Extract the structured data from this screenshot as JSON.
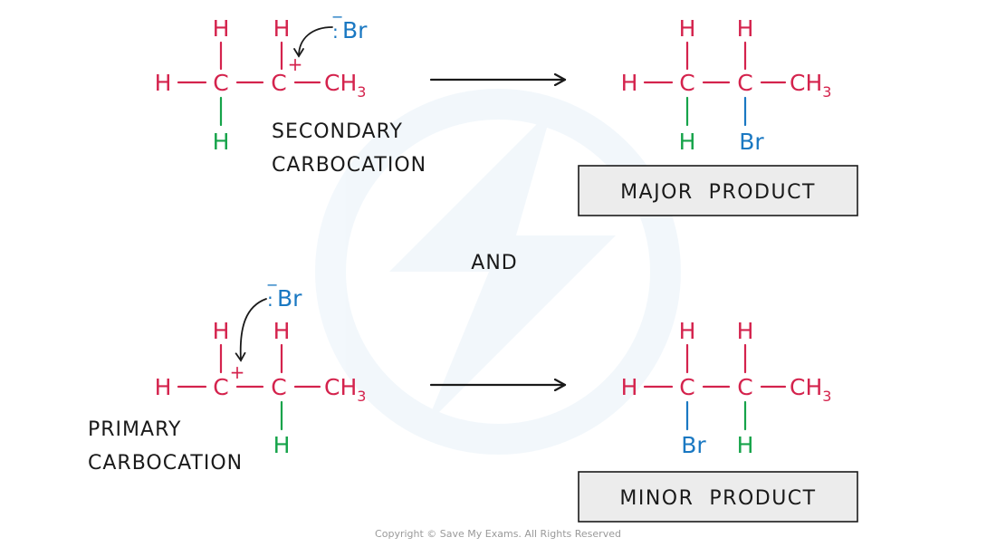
{
  "atoms": {
    "carbon": "C",
    "hydrogen": "H",
    "bromine": "Br",
    "methyl": "CH",
    "methyl_subscript": "3",
    "positive_charge": "+",
    "lone_pair": ":",
    "negative_charge": "−"
  },
  "labels": {
    "secondary_line1": "SECONDARY",
    "secondary_line2": "CARBOCATION",
    "primary_line1": "PRIMARY",
    "primary_line2": "CARBOCATION",
    "and": "AND"
  },
  "products": {
    "major": "MAJOR  PRODUCT",
    "minor": "MINOR  PRODUCT"
  },
  "footer": {
    "copyright": "Copyright © Save My Exams. All Rights Reserved"
  },
  "colors": {
    "carbon_hydrogen": "#d4234d",
    "lower_hydrogen": "#16a34a",
    "bromine": "#1a78c2",
    "text": "#1a1a1a",
    "box_fill": "#ececec"
  }
}
